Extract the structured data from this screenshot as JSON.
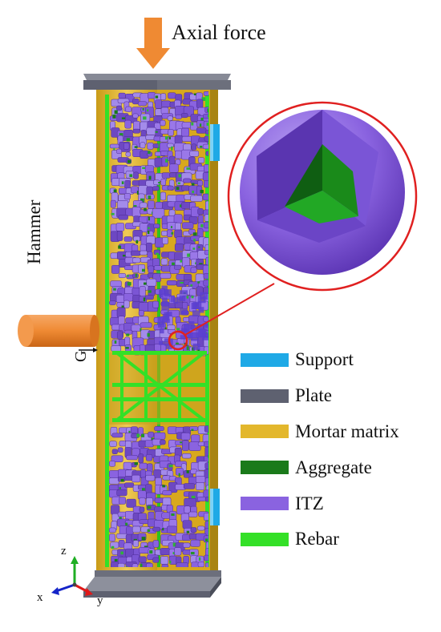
{
  "figure": {
    "labels": {
      "axial_force": "Axial force",
      "hammer": "Hammer",
      "g": "G"
    },
    "axes": {
      "x": "x",
      "y": "y",
      "z": "z"
    },
    "legend": [
      {
        "label": "Support",
        "color": "#1fa9e6"
      },
      {
        "label": "Plate",
        "color": "#5e6170"
      },
      {
        "label": "Mortar matrix",
        "color": "#e3b72c"
      },
      {
        "label": "Aggregate",
        "color": "#1a7a1a"
      },
      {
        "label": "ITZ",
        "color": "#8a63e0"
      },
      {
        "label": "Rebar",
        "color": "#34e027"
      }
    ],
    "colors": {
      "force_arrow": "#ef8a33",
      "hammer": "#ef8a33",
      "callout": "#e02020",
      "itz": "#8a63e0",
      "itz_dark": "#5a35b0",
      "aggregate": "#1a7a1a",
      "mortar": "#e3b72c",
      "rebar": "#34e027",
      "plate": "#5e6170",
      "support": "#1fa9e6"
    }
  }
}
